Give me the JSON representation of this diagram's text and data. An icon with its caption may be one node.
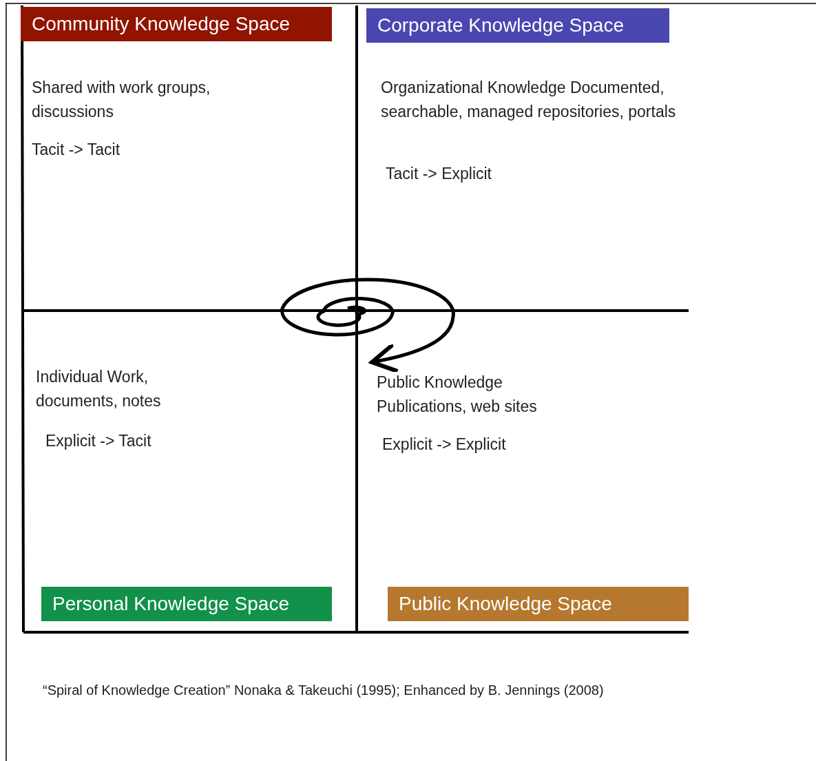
{
  "diagram": {
    "caption": "“Spiral of Knowledge Creation” Nonaka & Takeuchi (1995); Enhanced by B. Jennings (2008)",
    "nodes": [
      {
        "text": [
          "Community Knowledge Space"
        ]
      },
      {
        "text": [
          "Corporate Knowledge Space"
        ]
      },
      {
        "text": [
          "Personal Knowledge Space"
        ]
      },
      {
        "text": [
          "Public Knowledge Space"
        ]
      }
    ],
    "labels": [
      "Shared with work groups, discussions",
      "Tacit -> Tacit",
      "Organizational Knowledge Documented, searchable, managed repositories, portals",
      "Tacit -> Explicit",
      "Individual Work, documents, notes",
      "Explicit -> Tacit",
      "Public Knowledge Publications, web sites",
      "Explicit -> Explicit"
    ]
  }
}
